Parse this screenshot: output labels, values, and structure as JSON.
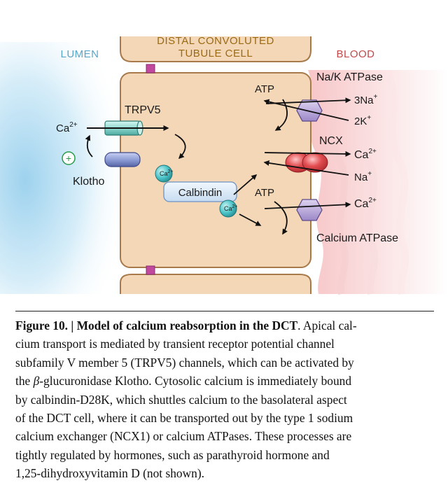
{
  "figure": {
    "regions": {
      "lumen": "LUMEN",
      "cell_line1": "DISTAL CONVOLUTED",
      "cell_line2": "TUBULE CELL",
      "blood": "BLOOD"
    },
    "labels": {
      "trpv5": "TRPV5",
      "ca_left": "Ca",
      "ca_left_sup": "2+",
      "klotho": "Klotho",
      "plus": "+",
      "calbindin": "Calbindin",
      "ca_bead": "Ca",
      "ca_bead_sup": "2+",
      "atp_top": "ATP",
      "atp_bottom": "ATP",
      "nak": "Na/K ATPase",
      "na3": "3Na",
      "na3_sup": "+",
      "k2": "2K",
      "k2_sup": "+",
      "ncx": "NCX",
      "ca_ncx": "Ca",
      "ca_ncx_sup": "2+",
      "na_ncx": "Na",
      "na_ncx_sup": "+",
      "ca_pump": "Ca",
      "ca_pump_sup": "2+",
      "calcium_atpase": "Calcium ATPase"
    },
    "colors": {
      "cell_fill": "#f3d7b7",
      "cell_border": "#a7794b",
      "trpv5": "#9fe0d8",
      "klotho": "#8f9ed6",
      "calbindin": "#d7e8f7",
      "ca_bead": "#49c3c7",
      "pump": "#b8a6d9",
      "ncx": "#e24d51",
      "junction": "#c24a9e",
      "blood": "#f0a8ab",
      "lumen": "#b8def2"
    }
  },
  "caption": {
    "figure_label": "Figure 10.",
    "separator": " | ",
    "title": "Model of calcium reabsorption in the DCT",
    "body_line1": ". Apical cal-",
    "body_line2": "cium transport is mediated by transient receptor potential channel",
    "body_line3": "subfamily V member 5 (TRPV5) channels, which can be activated by",
    "body_line4_beta": "β",
    "body_line4_pre": "the ",
    "body_line4_post": "-glucuronidase Klotho. Cytosolic calcium is immediately bound",
    "body_line5": "by calbindin-D28K, which shuttles calcium to the basolateral aspect",
    "body_line6": "of the DCT cell, where it can be transported out by the type 1 sodium",
    "body_line7": "calcium exchanger (NCX1) or calcium ATPases. These processes are",
    "body_line8": "tightly regulated by hormones, such as parathyroid hormone and",
    "body_line9": "1,25-dihydroxyvitamin D (not shown)."
  }
}
